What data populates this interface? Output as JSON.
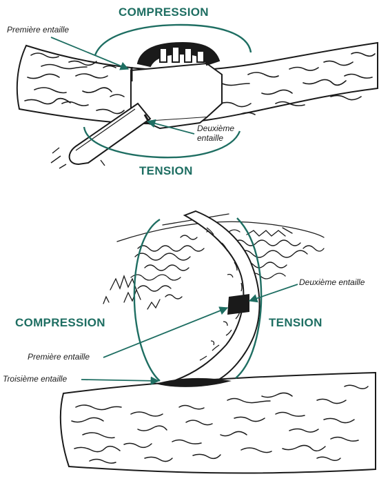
{
  "colors": {
    "accent": "#1e6e62",
    "ink": "#1a1a1a",
    "background": "#ffffff"
  },
  "top_figure": {
    "compression_label": "COMPRESSION",
    "tension_label": "TENSION",
    "first_cut_label": "Première entaille",
    "second_cut_label_line1": "Deuxième",
    "second_cut_label_line2": "entaille"
  },
  "bottom_figure": {
    "compression_label": "COMPRESSION",
    "tension_label": "TENSION",
    "second_cut_label": "Deuxième entaille",
    "first_cut_label": "Première entaille",
    "third_cut_label": "Troisième entaille"
  }
}
